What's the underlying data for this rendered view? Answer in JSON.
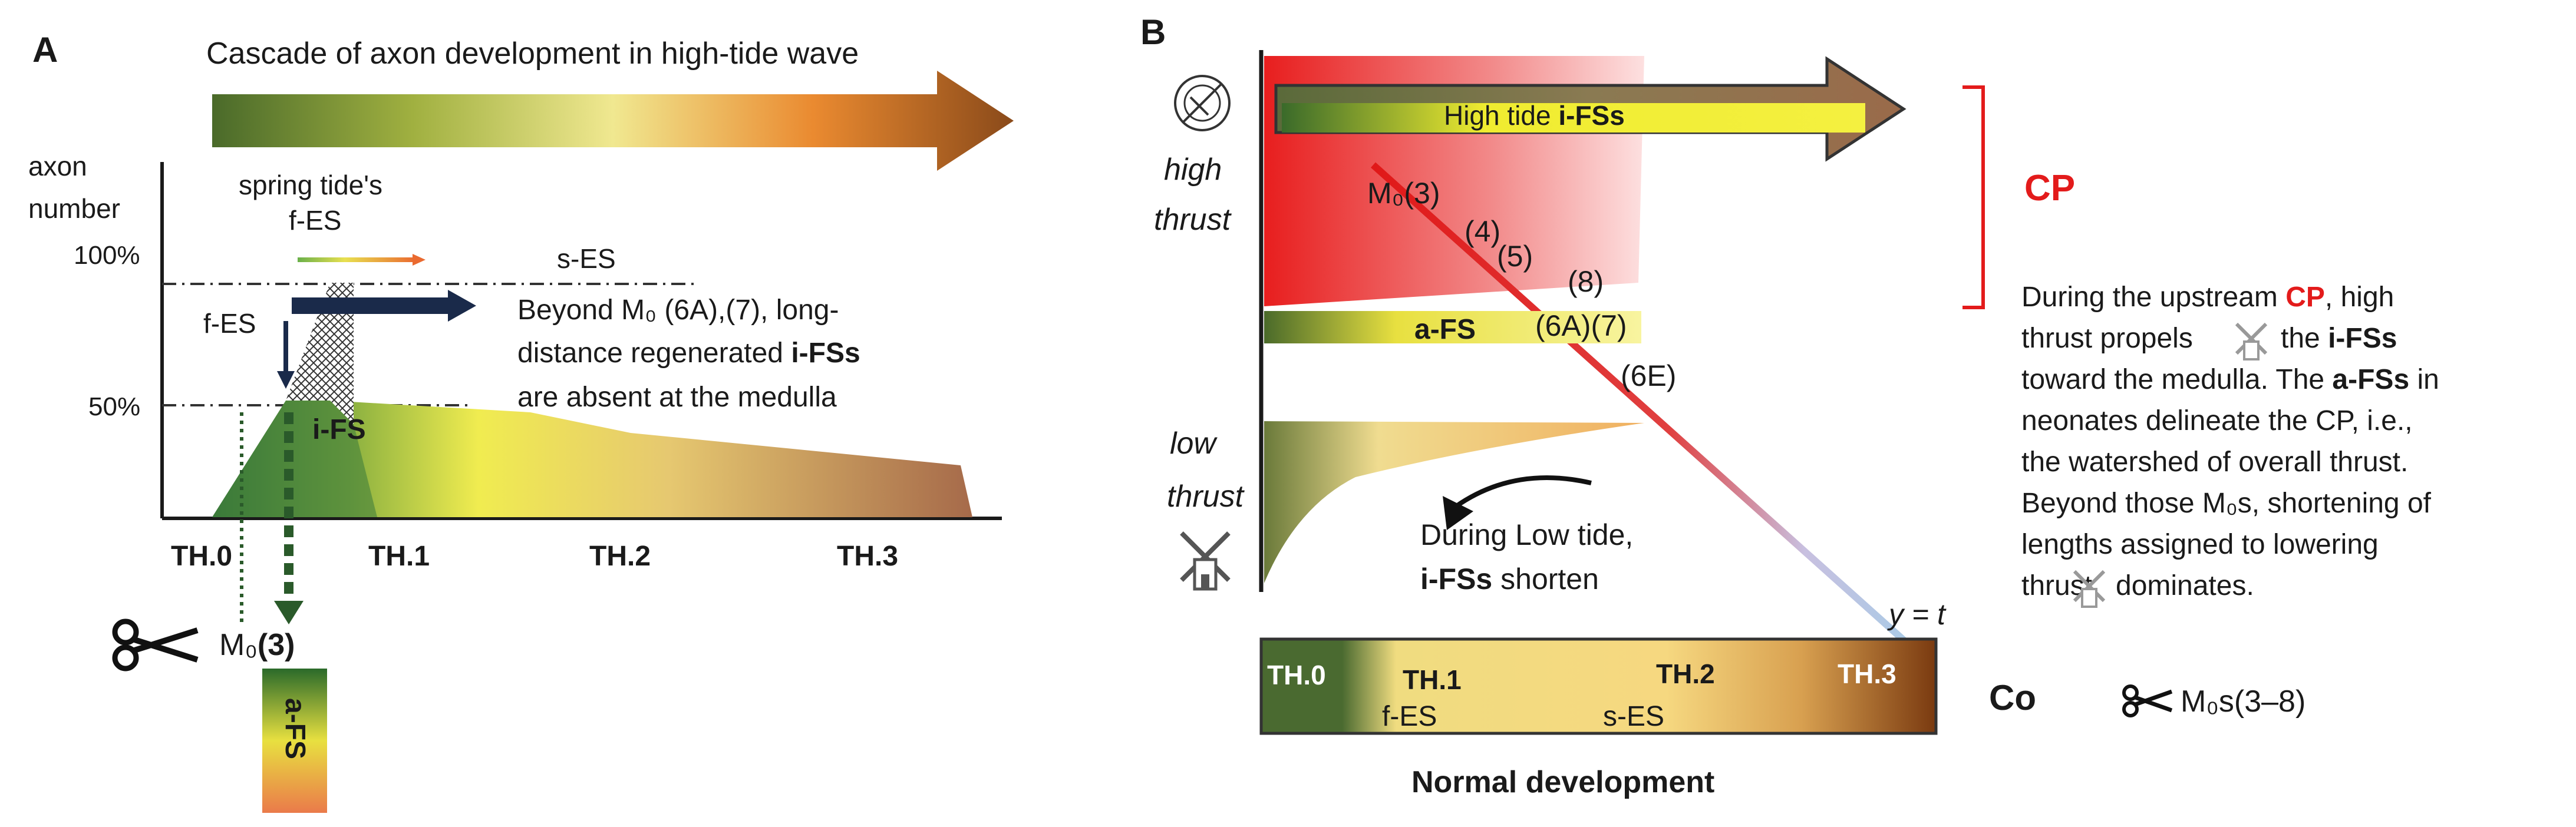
{
  "colors": {
    "dark_green": "#4a6a2a",
    "yellow": "#f0ee3a",
    "orange": "#ea7f2a",
    "brown": "#8a4a1a",
    "red": "#e31b1b",
    "cp_red": "#e31b1b",
    "light_blue": "#a9cbe6"
  },
  "panel_a": {
    "label": "A",
    "banner": "Cascade of axon development in high-tide wave",
    "y_axis": "axon number",
    "y_tick_100": "100%",
    "y_tick_50": "50%",
    "spring_tide_1": "spring tide's",
    "spring_tide_2": "f-ES",
    "s_es": "s-ES",
    "f_es": "f-ES",
    "i_fs": "i-FS",
    "beyond_1": "Beyond M₀ (6A),(7), long-",
    "beyond_2": "distance regenerated ",
    "beyond_2b": "i-FSs",
    "beyond_3": "are absent at the medulla",
    "th_labels": [
      "TH.0",
      "TH.1",
      "TH.2",
      "TH.3"
    ],
    "m0_prefix": "M₀",
    "m0_suffix": "(3)",
    "afs_box": "a-FS"
  },
  "panel_b": {
    "label": "B",
    "high_1": "high",
    "high_2": "thrust",
    "low_1": "low",
    "low_2": "thrust",
    "high_tide_prefix": "High tide ",
    "high_tide_bold": "i-FSs",
    "m0_3": "M₀(3)",
    "n4": "(4)",
    "n5": "(5)",
    "n8": "(8)",
    "afs": "a-FS",
    "n6a7": "(6A)(7)",
    "n6e": "(6E)",
    "low_tide_1": "During Low tide,",
    "low_tide_2b": "i-FSs",
    "low_tide_2": " shorten",
    "yt": "y = t",
    "bar_labels": [
      "TH.0",
      "TH.1",
      "TH.2",
      "TH.3"
    ],
    "bar_fes": "f-ES",
    "bar_ses": "s-ES",
    "normal": "Normal development",
    "cp": "CP",
    "co": "Co",
    "m0s": "M₀s(3–8)",
    "desc": [
      "During the upstream CP, high",
      "thrust propels",
      "the i-FSs",
      "toward the medulla. The a-FSs in",
      "neonates delineate the CP, i.e.,",
      "the watershed of overall thrust.",
      "Beyond those M₀s, shortening of",
      "lengths assigned to lowering",
      "thrust",
      "dominates."
    ],
    "desc_cp": "CP",
    "desc_bold_ifs": "i-FSs",
    "desc_bold_afs": "a-FSs"
  }
}
